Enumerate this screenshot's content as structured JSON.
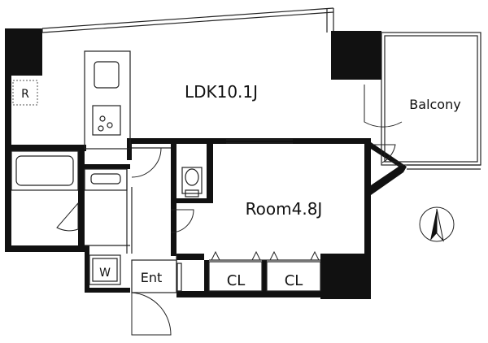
{
  "rooms": {
    "ldk": "LDK10.1J",
    "room": "Room4.8J",
    "balcony": "Balcony",
    "entrance": "Ent",
    "closet_1": "CL",
    "closet_2": "CL",
    "washer": "W",
    "refrigerator": "R"
  },
  "compass": {
    "icon": "north-arrow-icon"
  },
  "colors": {
    "wall": "#111111",
    "line": "#222222",
    "dash": "#555555"
  }
}
